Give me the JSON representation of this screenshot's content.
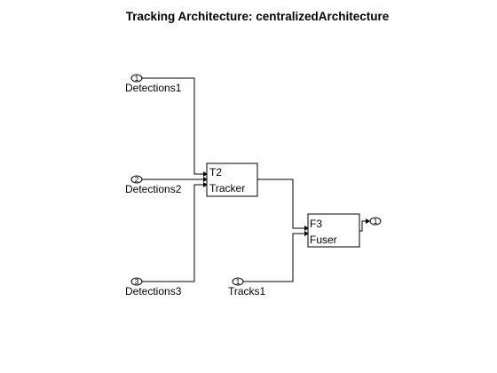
{
  "diagram": {
    "title": "Tracking Architecture: centralizedArchitecture",
    "inputs": [
      {
        "number": "1",
        "label": "Detections1"
      },
      {
        "number": "2",
        "label": "Detections2"
      },
      {
        "number": "3",
        "label": "Detections3"
      },
      {
        "number": "1",
        "label": "Tracks1"
      }
    ],
    "blocks": {
      "tracker": {
        "id": "T2",
        "name": "Tracker"
      },
      "fuser": {
        "id": "F3",
        "name": "Fuser"
      }
    },
    "output": {
      "number": "1"
    },
    "colors": {
      "line": "#000000",
      "background": "#ffffff"
    }
  }
}
